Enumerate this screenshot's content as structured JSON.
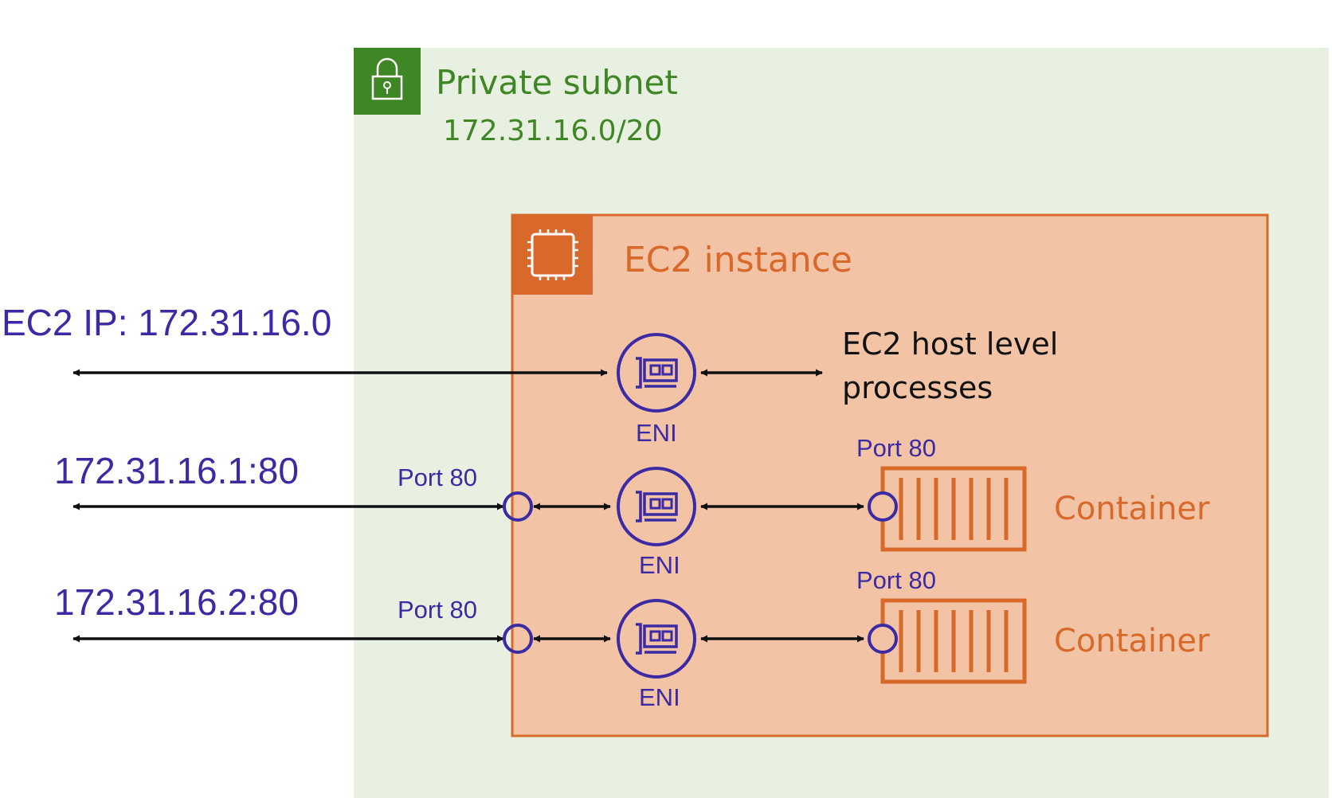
{
  "subnet": {
    "title": "Private subnet",
    "cidr": "172.31.16.0/20",
    "icon": "lock-icon"
  },
  "ec2": {
    "title": "EC2 instance",
    "icon": "chip-icon",
    "host_label_line1": "EC2 host level",
    "host_label_line2": "processes"
  },
  "external": {
    "ec2_ip": "EC2 IP: 172.31.16.0",
    "ip1": "172.31.16.1:80",
    "ip2": "172.31.16.2:80"
  },
  "eni_label": "ENI",
  "port_label": "Port 80",
  "container_label": "Container",
  "colors": {
    "green": "#3f8624",
    "orange": "#d8692b",
    "purple": "#3b2aa3"
  }
}
